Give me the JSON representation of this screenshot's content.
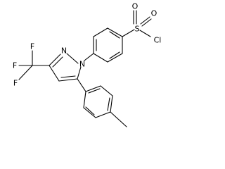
{
  "molecule": {
    "atoms": {
      "sulfur": "S",
      "oxygen_1": "O",
      "oxygen_2": "O",
      "chlorine": "Cl",
      "nitrogen_1": "N",
      "nitrogen_2": "N",
      "fluorine_1": "F",
      "fluorine_2": "F",
      "fluorine_3": "F"
    }
  }
}
